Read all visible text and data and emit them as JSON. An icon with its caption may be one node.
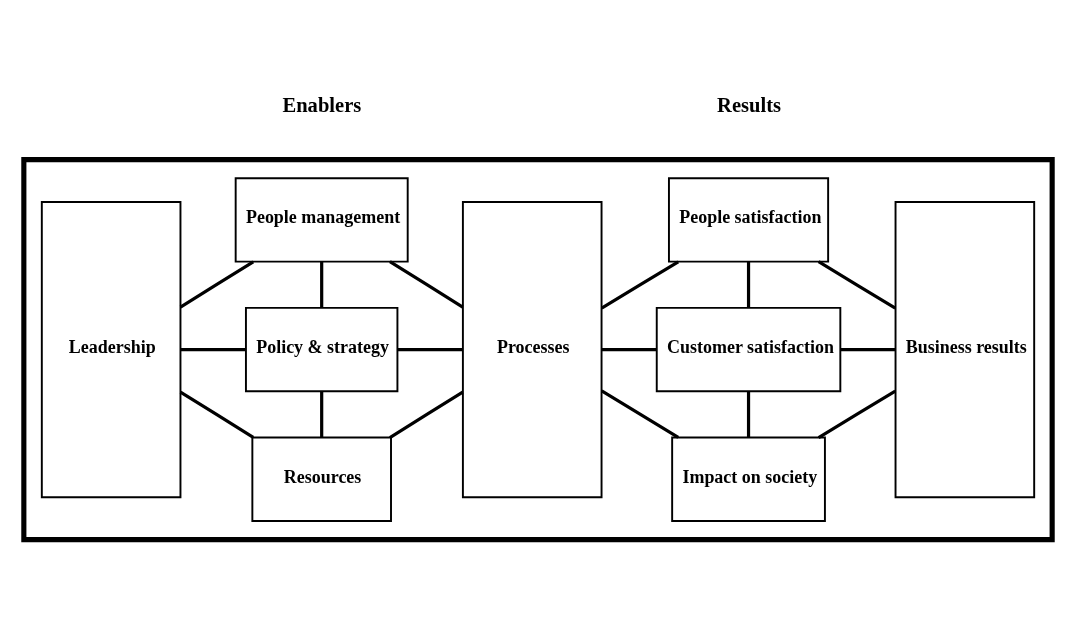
{
  "diagram": {
    "nodes": [
      {
        "text": [],
        "shape": "box"
      },
      {
        "text": [
          "Leadership"
        ],
        "in": 0
      },
      {
        "text": [
          "People management"
        ],
        "in": 0
      },
      {
        "text": [
          "Policy & strategy"
        ],
        "in": 0
      },
      {
        "text": [
          "Resources"
        ],
        "in": 0
      },
      {
        "text": [
          "Processes"
        ],
        "in": 0
      },
      {
        "text": [
          "People satisfaction"
        ],
        "in": 0
      },
      {
        "text": [
          "Customer satisfaction"
        ],
        "in": 0
      },
      {
        "text": [
          "Impact on society"
        ],
        "in": 0
      },
      {
        "text": [
          "Business results"
        ],
        "in": 0
      }
    ],
    "edges": [
      {
        "from": 1,
        "to": 2,
        "arrow": "none"
      },
      {
        "from": 1,
        "to": 3,
        "arrow": "none"
      },
      {
        "from": 1,
        "to": 4,
        "arrow": "none"
      },
      {
        "from": 2,
        "to": 3,
        "arrow": "none"
      },
      {
        "from": 3,
        "to": 4,
        "arrow": "none"
      },
      {
        "from": 2,
        "to": 5,
        "arrow": "none"
      },
      {
        "from": 3,
        "to": 5,
        "arrow": "none"
      },
      {
        "from": 4,
        "to": 5,
        "arrow": "none"
      },
      {
        "from": 5,
        "to": 6,
        "arrow": "none"
      },
      {
        "from": 5,
        "to": 7,
        "arrow": "none"
      },
      {
        "from": 5,
        "to": 8,
        "arrow": "none"
      },
      {
        "from": 6,
        "to": 7,
        "arrow": "none"
      },
      {
        "from": 7,
        "to": 8,
        "arrow": "none"
      },
      {
        "from": 6,
        "to": 9,
        "arrow": "none"
      },
      {
        "from": 7,
        "to": 9,
        "arrow": "none"
      },
      {
        "from": 8,
        "to": 9,
        "arrow": "none"
      }
    ],
    "labels": [
      "Enablers",
      "Results"
    ]
  }
}
